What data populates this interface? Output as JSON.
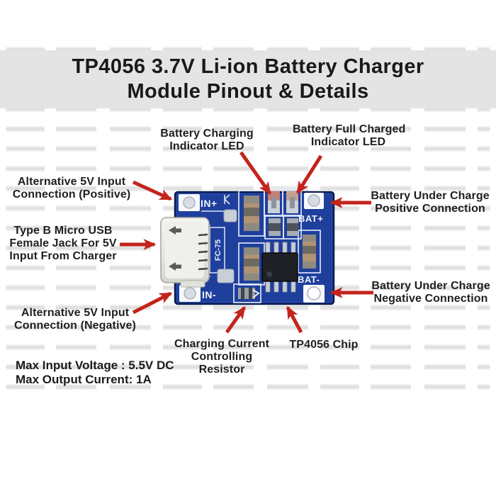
{
  "title": {
    "line1": "TP4056 3.7V Li-ion Battery Charger",
    "line2": "Module Pinout & Details"
  },
  "callouts": {
    "charging_led": {
      "line1": "Battery Charging",
      "line2": "Indicator LED"
    },
    "full_led": {
      "line1": "Battery Full Charged",
      "line2": "Indicator LED"
    },
    "alt_input_pos": {
      "line1": "Alternative 5V Input",
      "line2": "Connection (Positive)"
    },
    "bat_under_charge_pos": {
      "line1": "Battery Under Charge",
      "line2": "Positive Connection"
    },
    "micro_usb": {
      "line1": "Type B Micro USB",
      "line2": "Female Jack For 5V",
      "line3": "Input From Charger"
    },
    "bat_under_charge_neg": {
      "line1": "Battery Under Charge",
      "line2": "Negative Connection"
    },
    "alt_input_neg": {
      "line1": "Alternative 5V Input",
      "line2": "Connection (Negative)"
    },
    "charging_resistor": {
      "line1": "Charging Current",
      "line2": "Controlling",
      "line3": "Resistor"
    },
    "chip": {
      "line1": "TP4056 Chip"
    }
  },
  "specs": {
    "line1": "Max Input Voltage : 5.5V DC",
    "line2": "Max Output Current: 1A"
  },
  "board_silkscreen": {
    "input_positive": "IN+",
    "input_negative": "IN-",
    "battery_positive": "BAT+",
    "battery_negative": "BAT-",
    "board_marking": "FC-75"
  },
  "colors": {
    "pcb_blue": "#1e3f9c",
    "pcb_edge": "#0c1c4e",
    "arrow_red": "#c3241d",
    "title_background": "#e4e4e4",
    "silkscreen_white": "#edf1fb"
  }
}
